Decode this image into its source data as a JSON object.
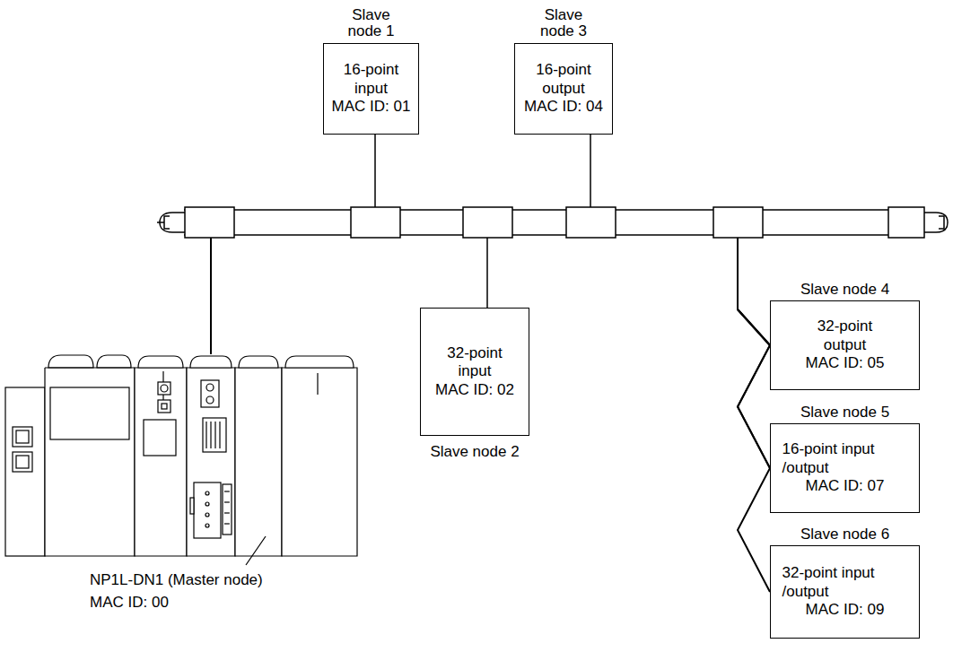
{
  "diagram": {
    "nodes": [
      {
        "text": [
          "Slave node 1",
          "16-point input",
          "MAC ID: 01"
        ]
      },
      {
        "text": [
          "Slave node 3",
          "16-point output",
          "MAC ID: 04"
        ]
      },
      {
        "text": [
          "Slave node 2",
          "32-point input",
          "MAC ID: 02"
        ]
      },
      {
        "text": [
          "Slave node 4",
          "32-point output",
          "MAC ID: 05"
        ]
      },
      {
        "text": [
          "Slave node 5",
          "16-point input /output",
          "MAC ID: 07"
        ]
      },
      {
        "text": [
          "Slave node 6",
          "32-point input /output",
          "MAC ID: 09"
        ]
      },
      {
        "text": [
          "NP1L-DN1 (Master node)",
          "MAC ID: 00"
        ]
      }
    ],
    "edges": [
      {
        "from": 6,
        "to": 0,
        "arrow": "none"
      },
      {
        "from": 6,
        "to": 2,
        "arrow": "none"
      },
      {
        "from": 6,
        "to": 1,
        "arrow": "none"
      },
      {
        "from": 6,
        "to": 3,
        "arrow": "none"
      },
      {
        "from": 6,
        "to": 4,
        "arrow": "none"
      },
      {
        "from": 6,
        "to": 5,
        "arrow": "none"
      }
    ]
  }
}
